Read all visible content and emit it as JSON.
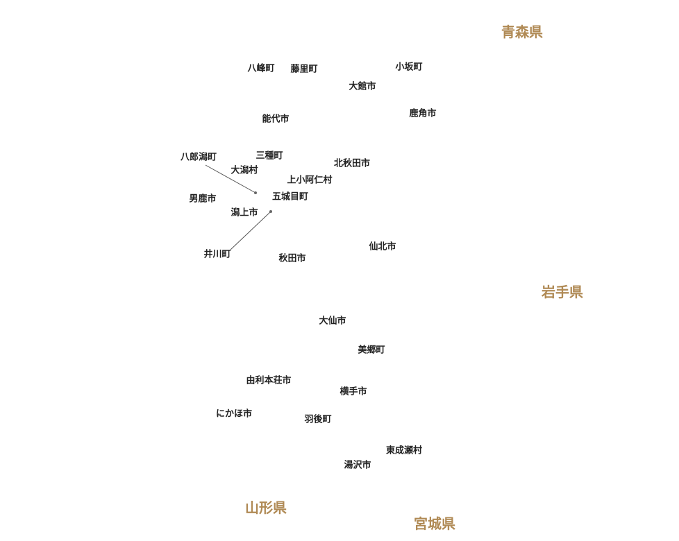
{
  "colors": {
    "prefecture_label": "#b08a55",
    "municipality_label": "#222222",
    "leader_line": "#555555"
  },
  "prefectures": {
    "aomori": "青森県",
    "iwate": "岩手県",
    "yamagata": "山形県",
    "miyagi": "宮城県"
  },
  "municipalities": {
    "happo": "八峰町",
    "fujisato": "藤里町",
    "kosaka": "小坂町",
    "odate": "大館市",
    "kazuno": "鹿角市",
    "noshiro": "能代市",
    "hachirogata": "八郎潟町",
    "mitane": "三種町",
    "kitaakita": "北秋田市",
    "ogata": "大潟村",
    "kamikoani": "上小阿仁村",
    "oga": "男鹿市",
    "gojome": "五城目町",
    "katagami": "潟上市",
    "semboku": "仙北市",
    "ikawa": "井川町",
    "akita": "秋田市",
    "daisen": "大仙市",
    "misato": "美郷町",
    "yurihonjo": "由利本荘市",
    "yokote": "横手市",
    "nikaho": "にかほ市",
    "ugo": "羽後町",
    "higashinaruse": "東成瀬村",
    "yuzawa": "湯沢市"
  }
}
